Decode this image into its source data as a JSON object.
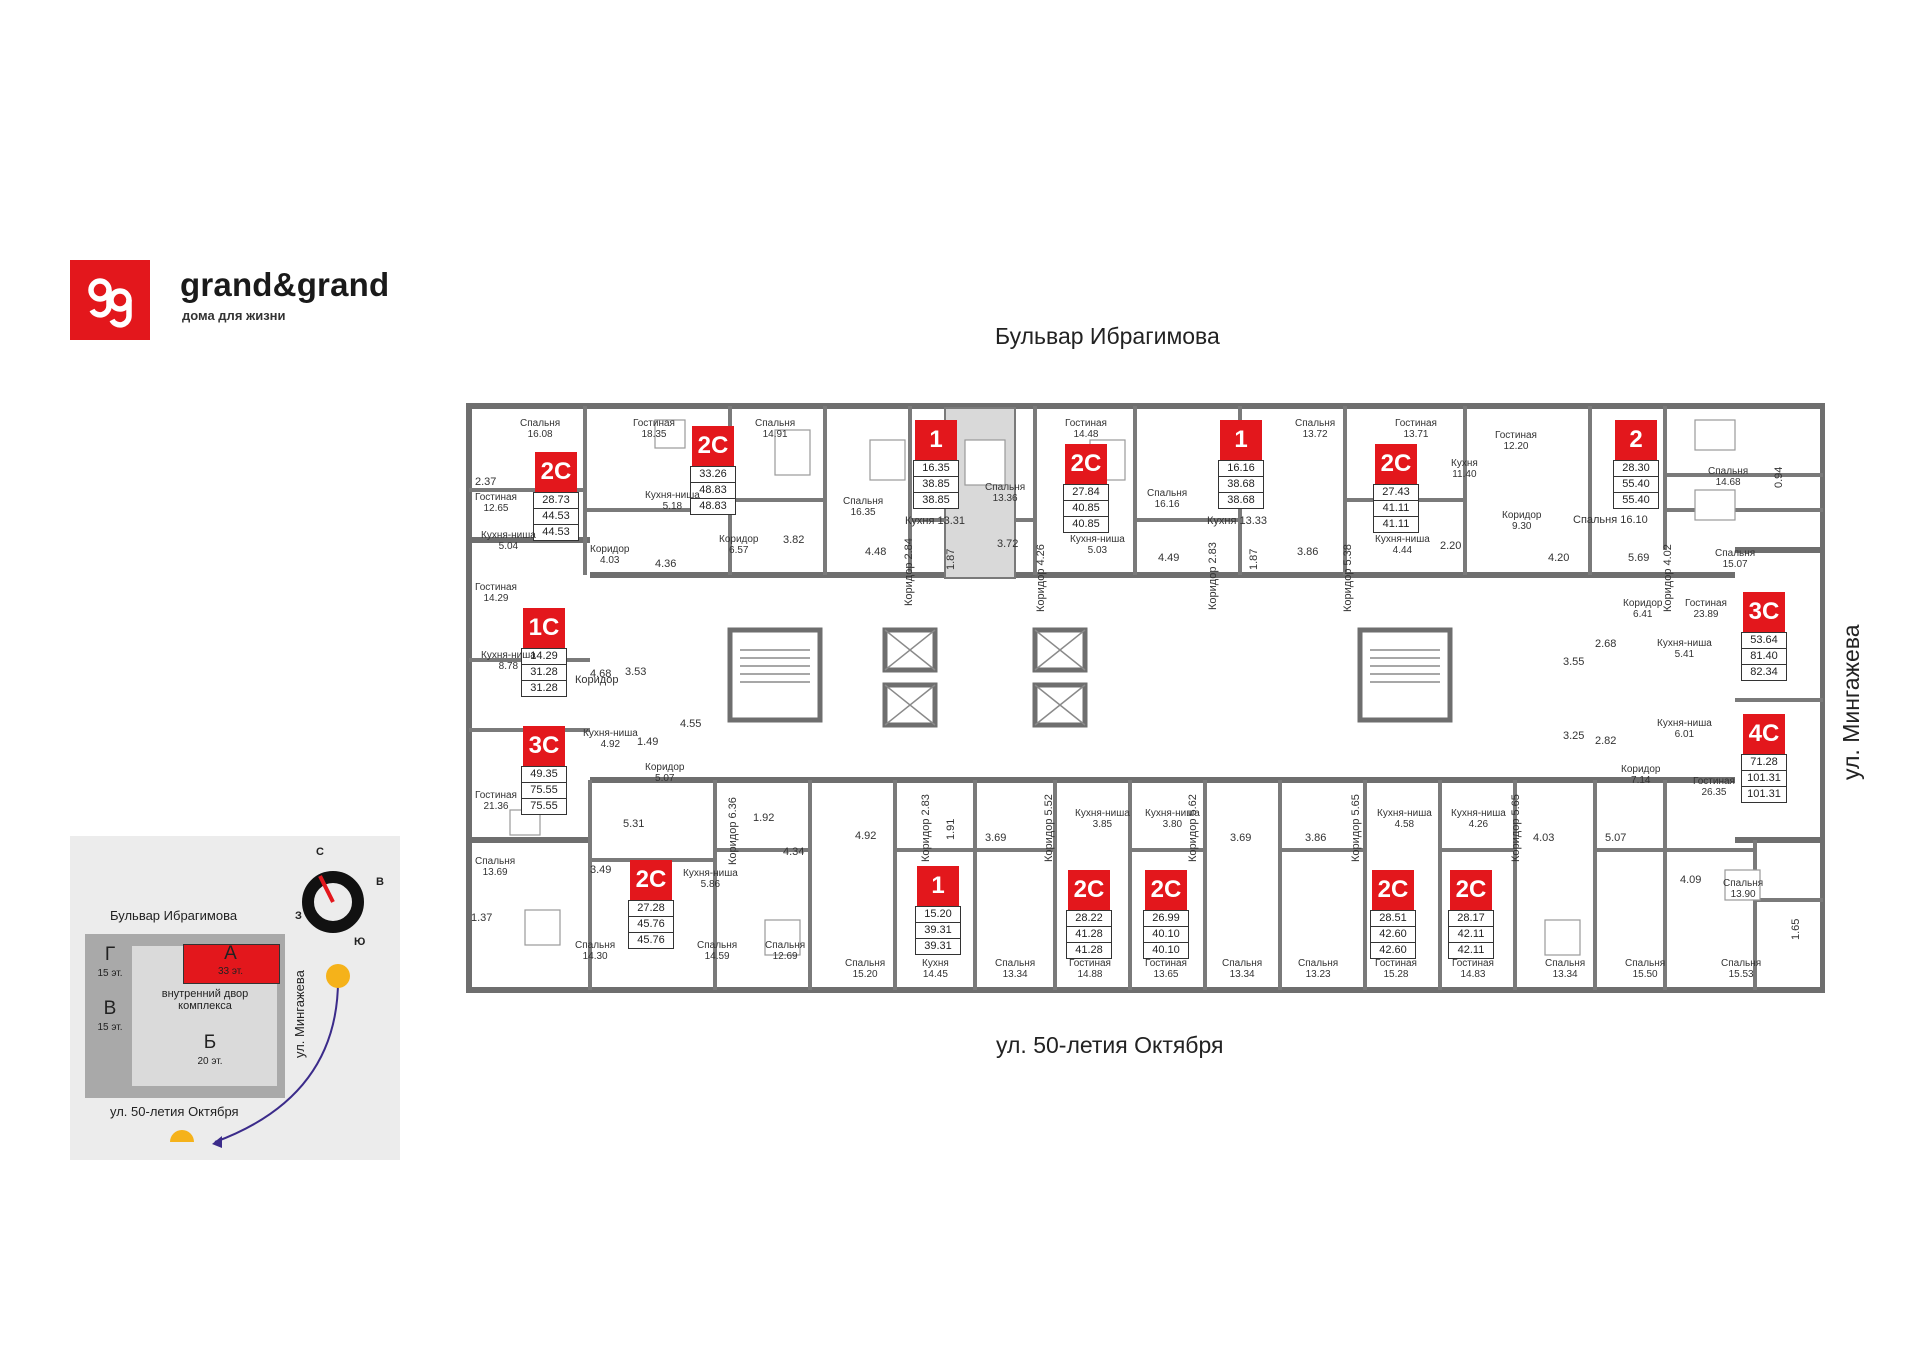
{
  "brand": {
    "name": "grand&grand",
    "tagline": "дома для жизни",
    "color": "#e3171c"
  },
  "streets": {
    "top": "Бульвар Ибрагимова",
    "bottom": "ул. 50-летия Октября",
    "right": "ул. Мингажева"
  },
  "units": [
    {
      "type": "2С",
      "areas": [
        "28.73",
        "44.53",
        "44.53"
      ]
    },
    {
      "type": "2С",
      "areas": [
        "33.26",
        "48.83",
        "48.83"
      ]
    },
    {
      "type": "1",
      "areas": [
        "16.35",
        "38.85",
        "38.85"
      ]
    },
    {
      "type": "2С",
      "areas": [
        "27.84",
        "40.85",
        "40.85"
      ]
    },
    {
      "type": "1",
      "areas": [
        "16.16",
        "38.68",
        "38.68"
      ]
    },
    {
      "type": "2С",
      "areas": [
        "27.43",
        "41.11",
        "41.11"
      ]
    },
    {
      "type": "2",
      "areas": [
        "28.30",
        "55.40",
        "55.40"
      ]
    },
    {
      "type": "1С",
      "areas": [
        "14.29",
        "31.28",
        "31.28"
      ]
    },
    {
      "type": "3С",
      "areas": [
        "49.35",
        "75.55",
        "75.55"
      ]
    },
    {
      "type": "3С",
      "areas": [
        "53.64",
        "81.40",
        "82.34"
      ]
    },
    {
      "type": "4С",
      "areas": [
        "71.28",
        "101.31",
        "101.31"
      ]
    },
    {
      "type": "2С",
      "areas": [
        "27.28",
        "45.76",
        "45.76"
      ]
    },
    {
      "type": "1",
      "areas": [
        "15.20",
        "39.31",
        "39.31"
      ]
    },
    {
      "type": "2С",
      "areas": [
        "28.22",
        "41.28",
        "41.28"
      ]
    },
    {
      "type": "2С",
      "areas": [
        "26.99",
        "40.10",
        "40.10"
      ]
    },
    {
      "type": "2С",
      "areas": [
        "28.51",
        "42.60",
        "42.60"
      ]
    },
    {
      "type": "2С",
      "areas": [
        "28.17",
        "42.11",
        "42.11"
      ]
    }
  ],
  "room_labels": [
    {
      "name": "Спальня",
      "value": "16.08"
    },
    {
      "name": "Гостиная",
      "value": "18.35"
    },
    {
      "name": "Спальня",
      "value": "14.91"
    },
    {
      "name": "Гостиная",
      "value": "14.48"
    },
    {
      "name": "Спальня",
      "value": "13.72"
    },
    {
      "name": "Гостиная",
      "value": "13.71"
    },
    {
      "name": "Гостиная",
      "value": "12.20"
    },
    {
      "name": "Кухня",
      "value": "11.40"
    },
    {
      "name": "Спальня",
      "value": "14.68"
    },
    {
      "name": "Гостиная",
      "value": "12.65"
    },
    {
      "name": "Кухня-ниша",
      "value": "5.04"
    },
    {
      "name": "Кухня-ниша",
      "value": "5.18"
    },
    {
      "name": "Спальня",
      "value": "16.35"
    },
    {
      "name": "Спальня",
      "value": "13.36"
    },
    {
      "name": "Спальня",
      "value": "16.16"
    },
    {
      "name": "Кухня-ниша",
      "value": "5.03"
    },
    {
      "name": "Кухня-ниша",
      "value": "4.44"
    },
    {
      "name": "Коридор",
      "value": "9.30"
    },
    {
      "name": "Спальня",
      "value": "15.07"
    },
    {
      "name": "Коридор",
      "value": "4.03"
    },
    {
      "name": "Коридор",
      "value": "6.57"
    },
    {
      "name": "Гостиная",
      "value": "14.29"
    },
    {
      "name": "Кухня-ниша",
      "value": "8.78"
    },
    {
      "name": "Коридор",
      "value": "6.41"
    },
    {
      "name": "Гостиная",
      "value": "23.89"
    },
    {
      "name": "Кухня-ниша",
      "value": "5.41"
    },
    {
      "name": "Кухня-ниша",
      "value": "4.92"
    },
    {
      "name": "Коридор",
      "value": "5.07"
    },
    {
      "name": "Кухня-ниша",
      "value": "6.01"
    },
    {
      "name": "Коридор",
      "value": "7.14"
    },
    {
      "name": "Гостиная",
      "value": "21.36"
    },
    {
      "name": "Гостиная",
      "value": "26.35"
    },
    {
      "name": "Спальня",
      "value": "13.69"
    },
    {
      "name": "Кухня-ниша",
      "value": "5.86"
    },
    {
      "name": "Кухня-ниша",
      "value": "3.85"
    },
    {
      "name": "Кухня-ниша",
      "value": "3.80"
    },
    {
      "name": "Кухня-ниша",
      "value": "4.58"
    },
    {
      "name": "Кухня-ниша",
      "value": "4.26"
    },
    {
      "name": "Спальня",
      "value": "13.90"
    },
    {
      "name": "Спальня",
      "value": "14.30"
    },
    {
      "name": "Спальня",
      "value": "14.59"
    },
    {
      "name": "Спальня",
      "value": "12.69"
    },
    {
      "name": "Спальня",
      "value": "15.20"
    },
    {
      "name": "Кухня",
      "value": "14.45"
    },
    {
      "name": "Спальня",
      "value": "13.34"
    },
    {
      "name": "Гостиная",
      "value": "14.88"
    },
    {
      "name": "Гостиная",
      "value": "13.65"
    },
    {
      "name": "Спальня",
      "value": "13.34"
    },
    {
      "name": "Спальня",
      "value": "13.23"
    },
    {
      "name": "Гостиная",
      "value": "15.28"
    },
    {
      "name": "Гостиная",
      "value": "14.83"
    },
    {
      "name": "Спальня",
      "value": "13.34"
    },
    {
      "name": "Спальня",
      "value": "15.50"
    },
    {
      "name": "Спальня",
      "value": "15.53"
    }
  ],
  "inline_labels": [
    "Кухня 13.31",
    "Кухня 13.33",
    "Спальня 16.10",
    "Коридор"
  ],
  "vertical_labels": [
    "Коридор 2.84",
    "Коридор 4.26",
    "Коридор 2.83",
    "Коридор 5.38",
    "Коридор 4.02",
    "Коридор 6.36",
    "Коридор 2.83",
    "Коридор 5.52",
    "Коридор 5.62",
    "Коридор 5.65",
    "Коридор 5.65",
    "1.87",
    "1.87",
    "1.91",
    "0.94",
    "1.65"
  ],
  "small_areas": [
    "2.37",
    "4.36",
    "3.82",
    "4.48",
    "3.72",
    "4.49",
    "3.86",
    "2.20",
    "4.20",
    "5.69",
    "4.68",
    "3.53",
    "4.55",
    "1.49",
    "2.68",
    "3.55",
    "3.25",
    "2.82",
    "5.31",
    "1.92",
    "4.34",
    "4.92",
    "3.69",
    "3.69",
    "3.86",
    "4.03",
    "5.07",
    "4.09",
    "3.49",
    "1.37"
  ],
  "key_plan": {
    "street_top": "Бульвар Ибрагимова",
    "street_bottom": "ул. 50-летия Октября",
    "street_side": "ул. Мингажева",
    "courtyard": "внутренний двор комплекса",
    "buildings": [
      {
        "name": "А",
        "floors": "33 эт."
      },
      {
        "name": "Б",
        "floors": "20 эт."
      },
      {
        "name": "В",
        "floors": "15 эт."
      },
      {
        "name": "Г",
        "floors": "15 эт."
      }
    ],
    "compass": {
      "n": "С",
      "e": "В",
      "s": "Ю",
      "w": "З"
    },
    "highlight_color": "#e3171c"
  }
}
